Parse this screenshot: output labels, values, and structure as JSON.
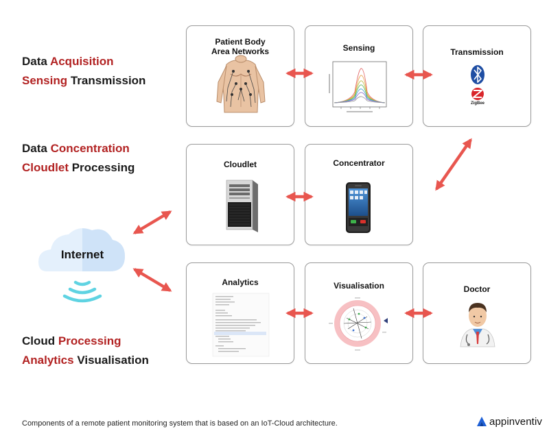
{
  "sections": {
    "acquisition": {
      "line1": [
        {
          "text": "Data ",
          "red": false
        },
        {
          "text": "Acquisition",
          "red": true
        }
      ],
      "line2": [
        {
          "text": "Sensing",
          "red": true
        },
        {
          "text": " Transmission",
          "red": false
        }
      ]
    },
    "concentration": {
      "line1": [
        {
          "text": "Data ",
          "red": false
        },
        {
          "text": "Concentration",
          "red": true
        }
      ],
      "line2": [
        {
          "text": "Cloudlet",
          "red": true
        },
        {
          "text": " Processing",
          "red": false
        }
      ]
    },
    "cloud": {
      "line1": [
        {
          "text": "Cloud ",
          "red": false
        },
        {
          "text": "Processing",
          "red": true
        }
      ],
      "line2": [
        {
          "text": "Analytics",
          "red": true
        },
        {
          "text": " Visualisation",
          "red": false
        }
      ]
    }
  },
  "nodes": {
    "body_networks": {
      "title_line1": "Patient Body",
      "title_line2": "Area Networks"
    },
    "sensing": {
      "title": "Sensing"
    },
    "transmission": {
      "title": "Transmission",
      "zigbee_label": "ZigBee"
    },
    "cloudlet": {
      "title": "Cloudlet"
    },
    "concentrator": {
      "title": "Concentrator"
    },
    "analytics": {
      "title": "Analytics"
    },
    "visualisation": {
      "title": "Visualisation"
    },
    "doctor": {
      "title": "Doctor"
    },
    "internet": {
      "title": "Internet"
    }
  },
  "caption": "Components of a remote patient monitoring system that is based on an IoT-Cloud architecture.",
  "brand": {
    "name": "appinventiv"
  },
  "colors": {
    "accent_red": "#b22222",
    "arrow": "#e8564f",
    "cloud": "#dcecfb",
    "wifi": "#5fd3e2",
    "brand_blue": "#1d5fd6"
  }
}
